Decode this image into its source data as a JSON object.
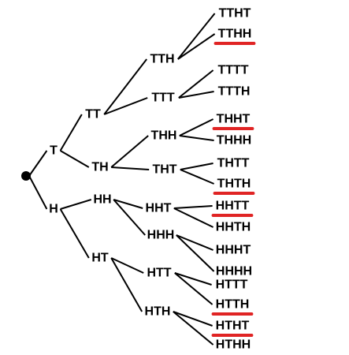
{
  "tree": {
    "root": {
      "id": "root",
      "shape": "dot"
    },
    "nodes": [
      {
        "id": "T",
        "label": "T",
        "parent": "root"
      },
      {
        "id": "H",
        "label": "H",
        "parent": "root"
      },
      {
        "id": "TT",
        "label": "TT",
        "parent": "T"
      },
      {
        "id": "TH",
        "label": "TH",
        "parent": "T"
      },
      {
        "id": "HH",
        "label": "HH",
        "parent": "H"
      },
      {
        "id": "HT",
        "label": "HT",
        "parent": "H"
      },
      {
        "id": "TTH",
        "label": "TTH",
        "parent": "TT"
      },
      {
        "id": "TTT",
        "label": "TTT",
        "parent": "TT"
      },
      {
        "id": "THH",
        "label": "THH",
        "parent": "TH"
      },
      {
        "id": "THT",
        "label": "THT",
        "parent": "TH"
      },
      {
        "id": "HHT",
        "label": "HHT",
        "parent": "HH"
      },
      {
        "id": "HHH",
        "label": "HHH",
        "parent": "HH"
      },
      {
        "id": "HTT",
        "label": "HTT",
        "parent": "HT"
      },
      {
        "id": "HTH",
        "label": "HTH",
        "parent": "HT"
      },
      {
        "id": "TTHT",
        "label": "TTHT",
        "parent": "TTH",
        "highlighted": false
      },
      {
        "id": "TTHH",
        "label": "TTHH",
        "parent": "TTH",
        "highlighted": true
      },
      {
        "id": "TTTT",
        "label": "TTTT",
        "parent": "TTT",
        "highlighted": false
      },
      {
        "id": "TTTH",
        "label": "TTTH",
        "parent": "TTT",
        "highlighted": false
      },
      {
        "id": "THHT",
        "label": "THHT",
        "parent": "THH",
        "highlighted": true
      },
      {
        "id": "THHH",
        "label": "THHH",
        "parent": "THH",
        "highlighted": false
      },
      {
        "id": "THTT",
        "label": "THTT",
        "parent": "THT",
        "highlighted": false
      },
      {
        "id": "THTH",
        "label": "THTH",
        "parent": "THT",
        "highlighted": true
      },
      {
        "id": "HHTT",
        "label": "HHTT",
        "parent": "HHT",
        "highlighted": true
      },
      {
        "id": "HHTH",
        "label": "HHTH",
        "parent": "HHT",
        "highlighted": false
      },
      {
        "id": "HHHT",
        "label": "HHHT",
        "parent": "HHH",
        "highlighted": false
      },
      {
        "id": "HHHH",
        "label": "HHHH",
        "parent": "HHH",
        "highlighted": false
      },
      {
        "id": "HTTT",
        "label": "HTTT",
        "parent": "HTT",
        "highlighted": false
      },
      {
        "id": "HTTH",
        "label": "HTTH",
        "parent": "HTT",
        "highlighted": true
      },
      {
        "id": "HTHT",
        "label": "HTHT",
        "parent": "HTH",
        "highlighted": true
      },
      {
        "id": "HTHH",
        "label": "HTHH",
        "parent": "HTH",
        "highlighted": false
      }
    ]
  },
  "colors": {
    "text": "#000000",
    "edge": "#000000",
    "highlight": "#e02424",
    "background": "#ffffff"
  }
}
